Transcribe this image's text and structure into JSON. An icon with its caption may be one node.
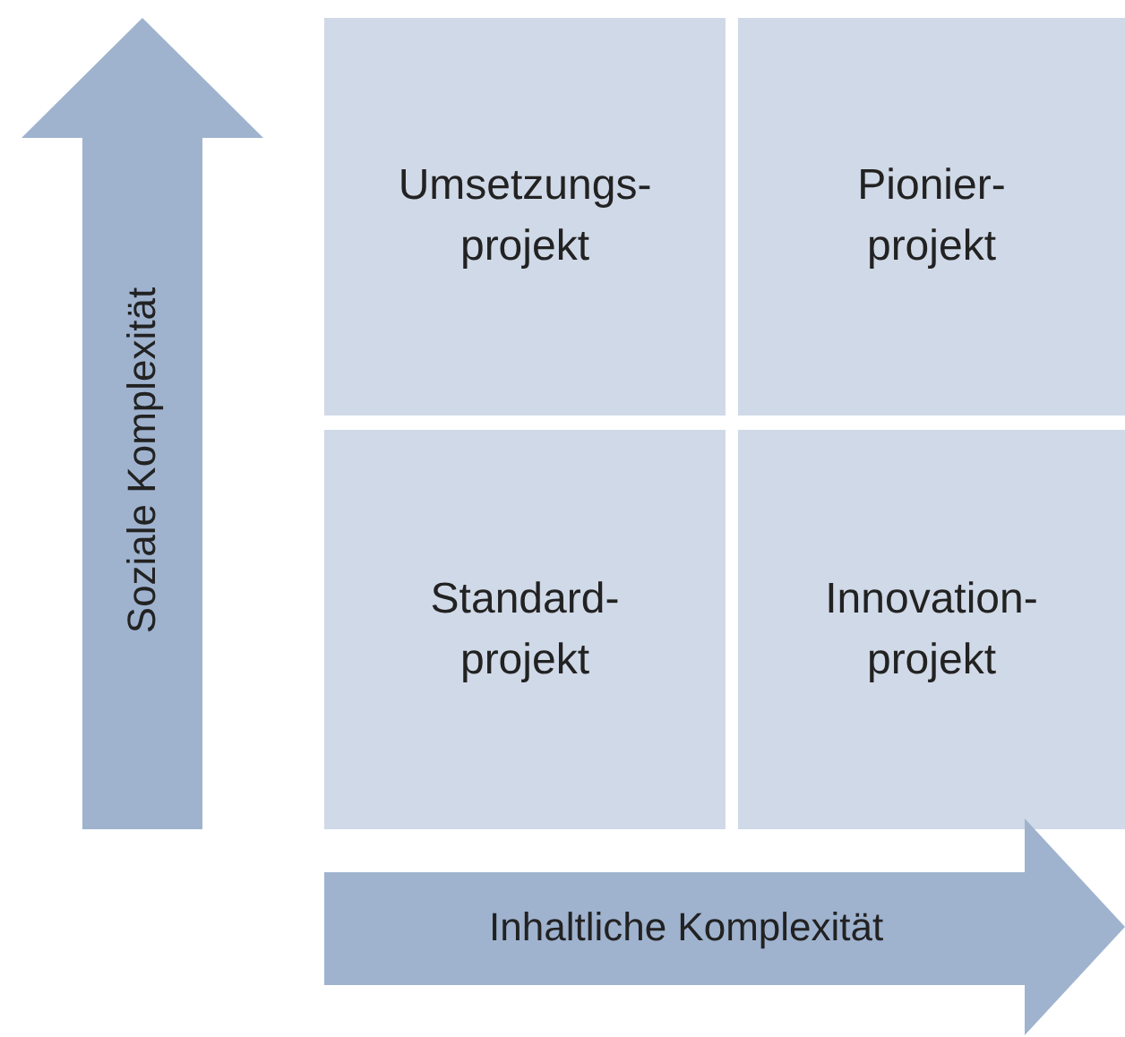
{
  "diagram": {
    "nodes": [
      {
        "text": [
          "Umsetzungs- projekt"
        ]
      },
      {
        "text": [
          "Pionier- projekt"
        ]
      },
      {
        "text": [
          "Standard- projekt"
        ]
      },
      {
        "text": [
          "Innovation- projekt"
        ]
      },
      {
        "text": [
          "Soziale Komplexität"
        ]
      },
      {
        "text": [
          "Inhaltliche Komplexität"
        ]
      }
    ]
  }
}
